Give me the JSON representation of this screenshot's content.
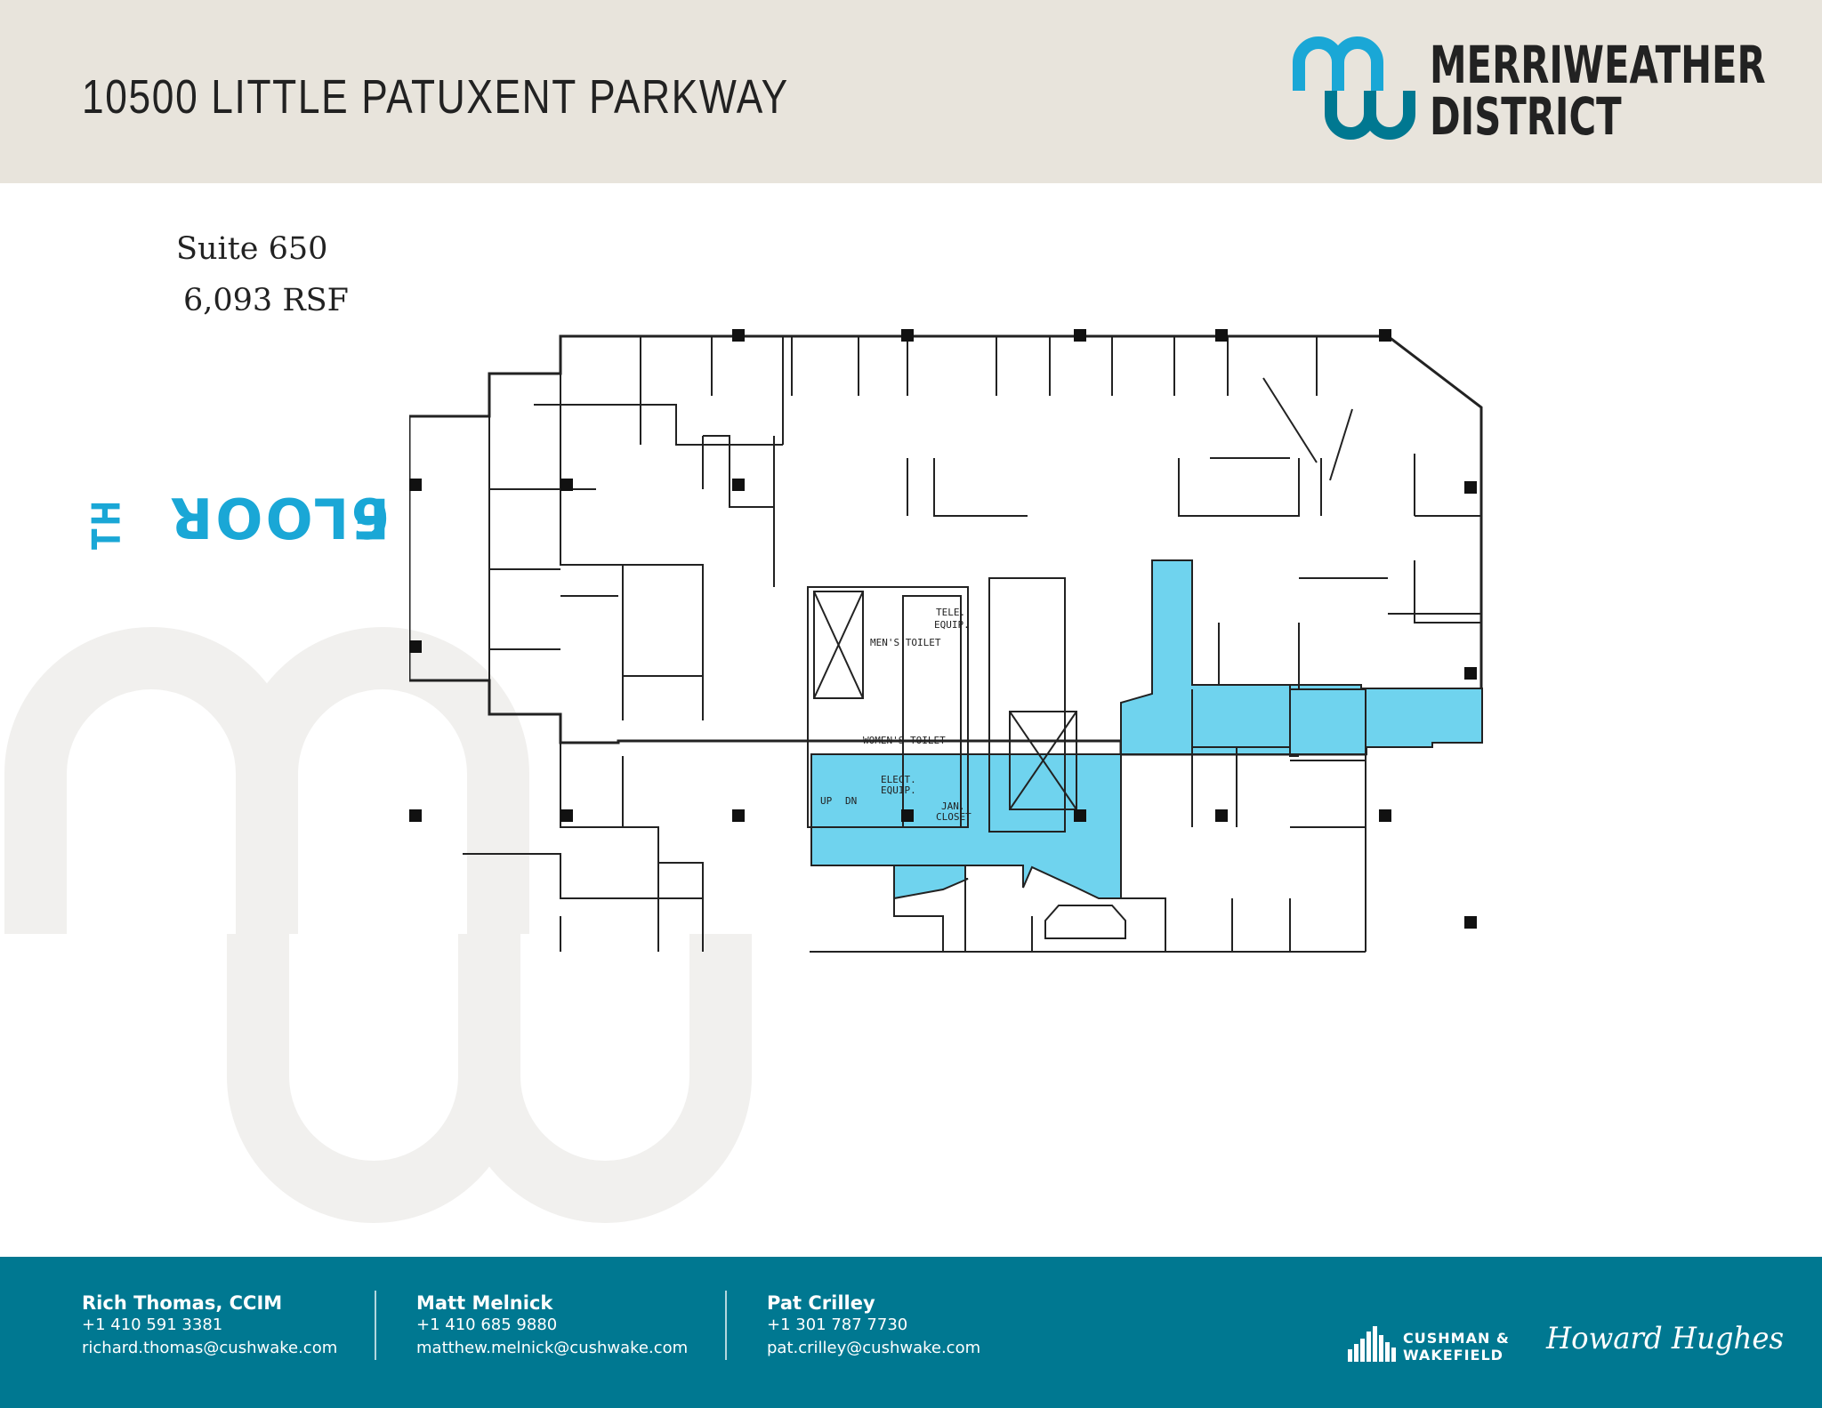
{
  "header": {
    "address": "10500 LITTLE PATUXENT PARKWAY",
    "brand_line1": "MERRIWEATHER",
    "brand_line2": "DISTRICT"
  },
  "floor": {
    "number": "6",
    "suffix": "TH",
    "word": "FLOOR",
    "suite": "Suite 650",
    "area": "6,093 RSF"
  },
  "plan_labels": {
    "tele_equip_1": "TELE.",
    "tele_equip_2": "EQUIP.",
    "mens": "MEN'S TOILET",
    "womens": "WOMEN'S TOILET",
    "elect_1": "ELECT.",
    "elect_2": "EQUIP.",
    "jan_1": "JAN.",
    "jan_2": "CLOSET",
    "up": "UP",
    "dn": "DN"
  },
  "contacts": [
    {
      "name": "Rich Thomas, CCIM",
      "phone": "+1 410 591 3381",
      "email": "richard.thomas@cushwake.com"
    },
    {
      "name": "Matt Melnick",
      "phone": "+1 410 685 9880",
      "email": "matthew.melnick@cushwake.com"
    },
    {
      "name": "Pat Crilley",
      "phone": "+1 301 787 7730",
      "email": "pat.crilley@cushwake.com"
    }
  ],
  "footer_brands": {
    "cw_line1": "CUSHMAN &",
    "cw_line2": "WAKEFIELD",
    "hh": "Howard Hughes"
  },
  "colors": {
    "accent": "#1aa7d6",
    "suite_fill": "#6fd3ee",
    "footer": "#007891",
    "header": "#e8e4dc"
  }
}
